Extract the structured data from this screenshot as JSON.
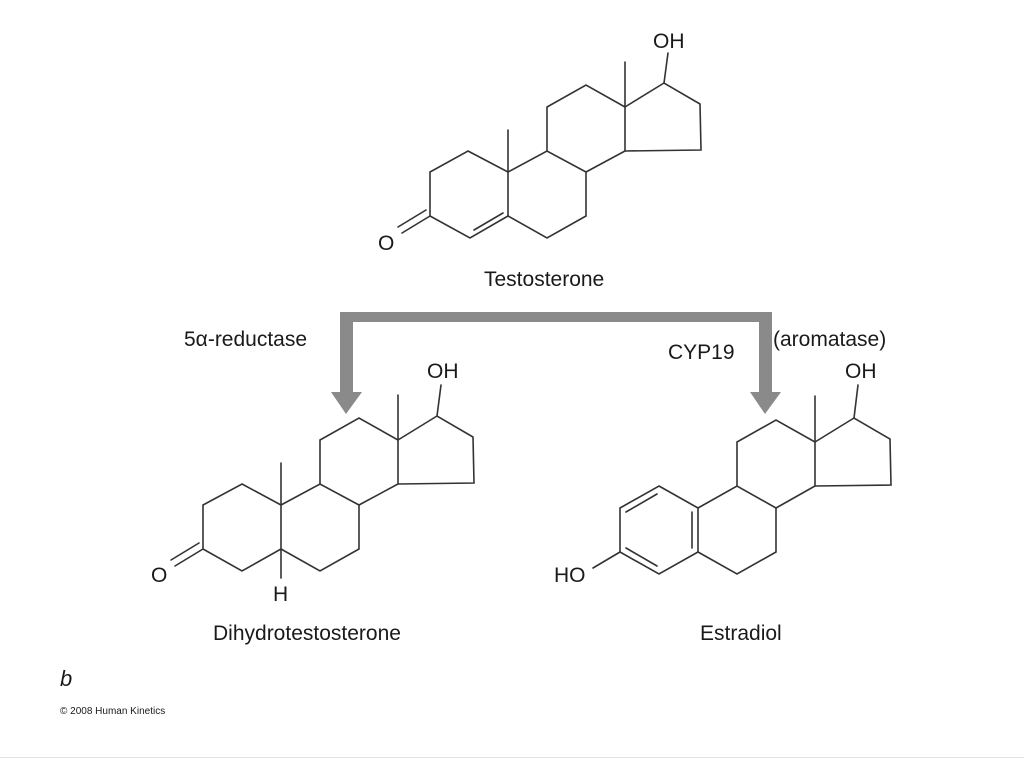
{
  "molecules": {
    "testosterone": {
      "name": "Testosterone",
      "oh": "OH",
      "o": "O"
    },
    "dihydrotestosterone": {
      "name": "Dihydrotestosterone",
      "oh": "OH",
      "o": "O",
      "h": "H"
    },
    "estradiol": {
      "name": "Estradiol",
      "oh": "OH",
      "ho": "HO"
    }
  },
  "enzymes": {
    "left": "5α-reductase",
    "right_gene": "CYP19",
    "right_name": "(aromatase)"
  },
  "panel_letter": "b",
  "copyright": "© 2008 Human Kinetics",
  "colors": {
    "arrow": "#8a8a8a",
    "bond": "#333333",
    "text": "#1a1a1a"
  }
}
